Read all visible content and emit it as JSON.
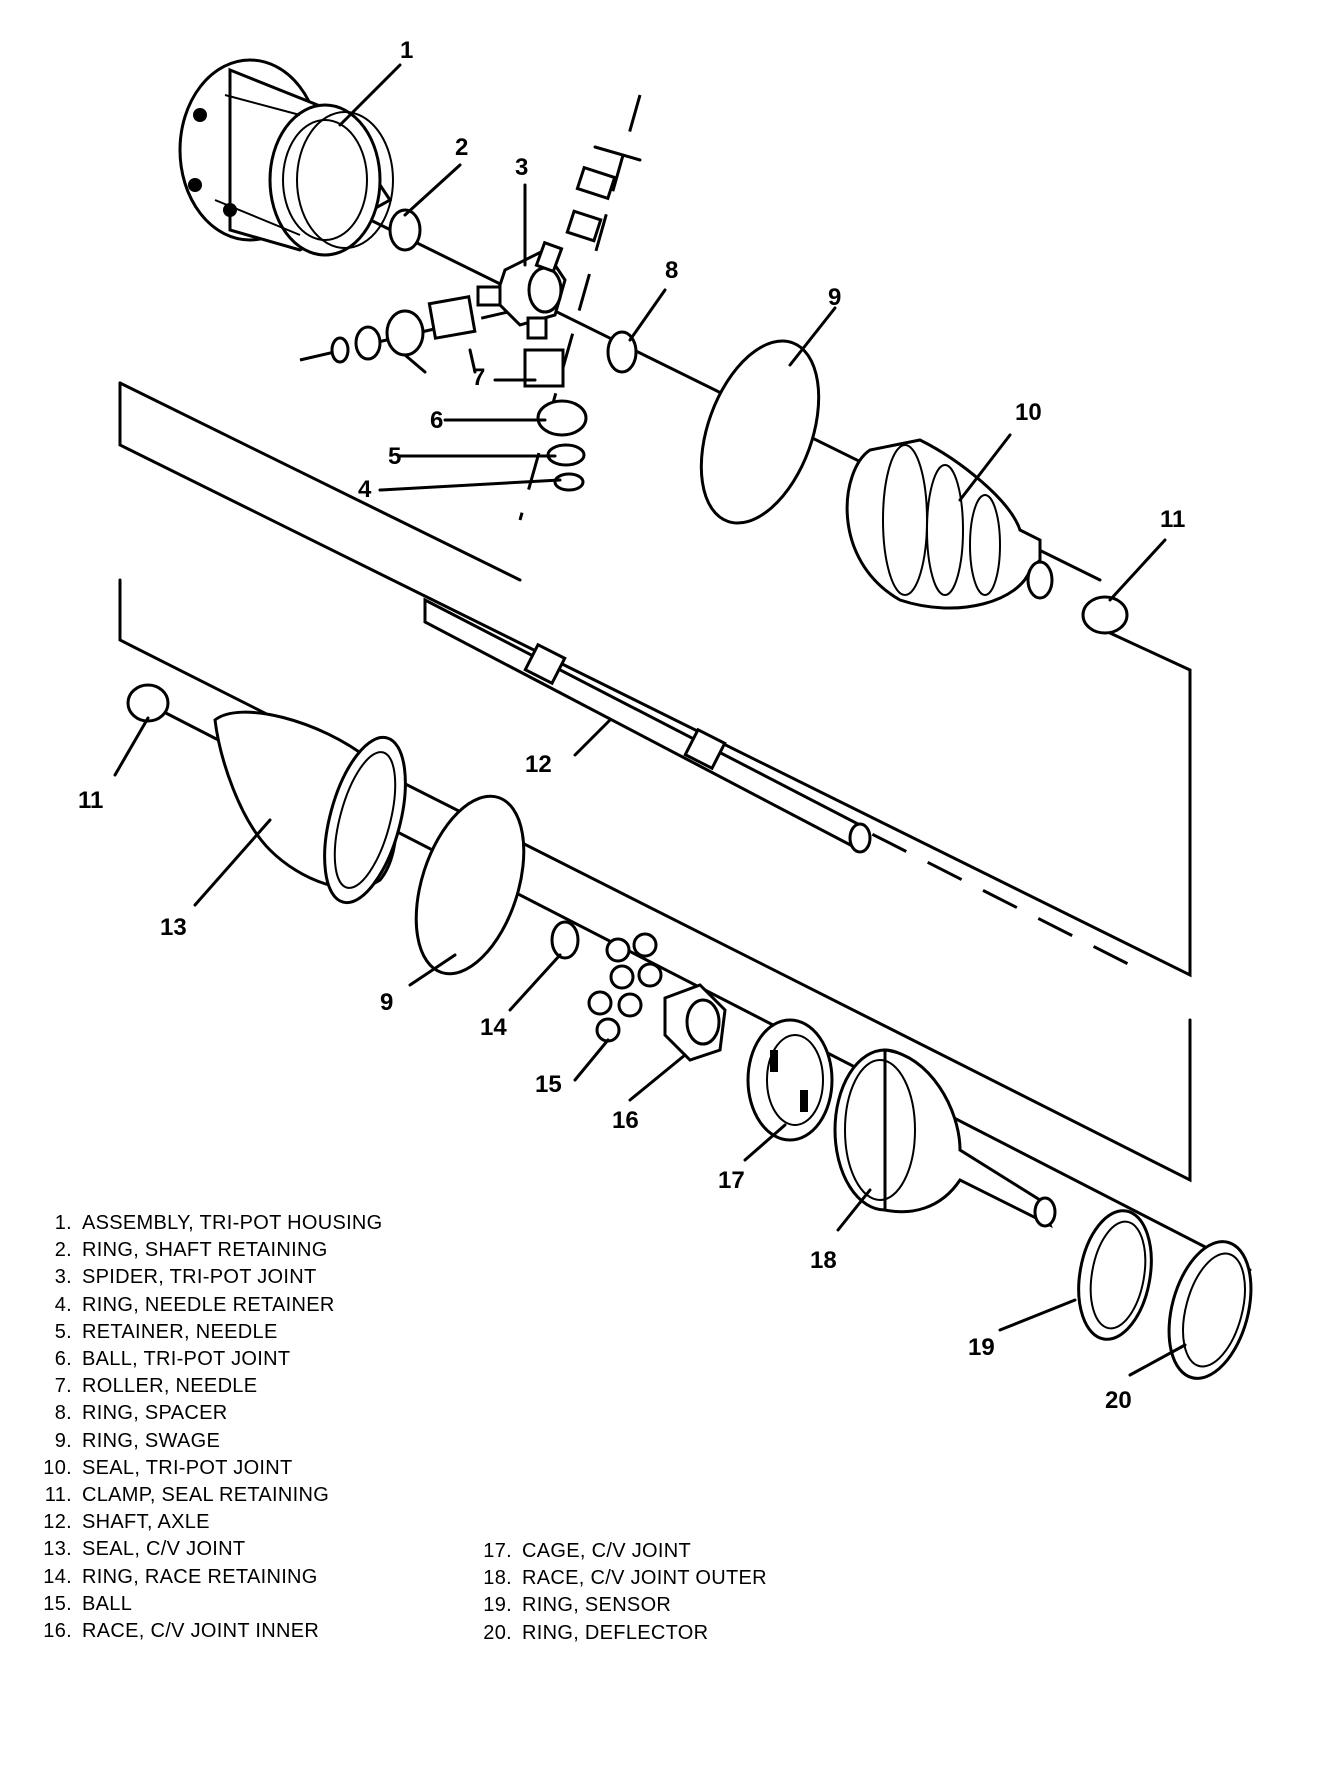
{
  "callouts": [
    {
      "n": "1"
    },
    {
      "n": "2"
    },
    {
      "n": "3"
    },
    {
      "n": "4"
    },
    {
      "n": "5"
    },
    {
      "n": "6"
    },
    {
      "n": "7"
    },
    {
      "n": "8"
    },
    {
      "n": "9"
    },
    {
      "n": "10"
    },
    {
      "n": "11"
    },
    {
      "n": "12"
    },
    {
      "n": "13"
    },
    {
      "n": "14"
    },
    {
      "n": "15"
    },
    {
      "n": "16"
    },
    {
      "n": "17"
    },
    {
      "n": "18"
    },
    {
      "n": "19"
    },
    {
      "n": "20"
    }
  ],
  "legend_left": [
    {
      "num": "1.",
      "label": "ASSEMBLY, TRI-POT HOUSING"
    },
    {
      "num": "2.",
      "label": "RING, SHAFT RETAINING"
    },
    {
      "num": "3.",
      "label": "SPIDER, TRI-POT JOINT"
    },
    {
      "num": "4.",
      "label": "RING, NEEDLE RETAINER"
    },
    {
      "num": "5.",
      "label": "RETAINER, NEEDLE"
    },
    {
      "num": "6.",
      "label": "BALL, TRI-POT JOINT"
    },
    {
      "num": "7.",
      "label": "ROLLER, NEEDLE"
    },
    {
      "num": "8.",
      "label": "RING, SPACER"
    },
    {
      "num": "9.",
      "label": "RING, SWAGE"
    },
    {
      "num": "10.",
      "label": "SEAL, TRI-POT JOINT"
    },
    {
      "num": "11.",
      "label": "CLAMP, SEAL RETAINING"
    },
    {
      "num": "12.",
      "label": "SHAFT, AXLE"
    },
    {
      "num": "13.",
      "label": "SEAL, C/V JOINT"
    },
    {
      "num": "14.",
      "label": "RING, RACE RETAINING"
    },
    {
      "num": "15.",
      "label": "BALL"
    },
    {
      "num": "16.",
      "label": "RACE, C/V JOINT INNER"
    }
  ],
  "legend_right": [
    {
      "num": "17.",
      "label": "CAGE, C/V JOINT"
    },
    {
      "num": "18.",
      "label": "RACE, C/V JOINT OUTER"
    },
    {
      "num": "19.",
      "label": "RING, SENSOR"
    },
    {
      "num": "20.",
      "label": "RING, DEFLECTOR"
    }
  ]
}
